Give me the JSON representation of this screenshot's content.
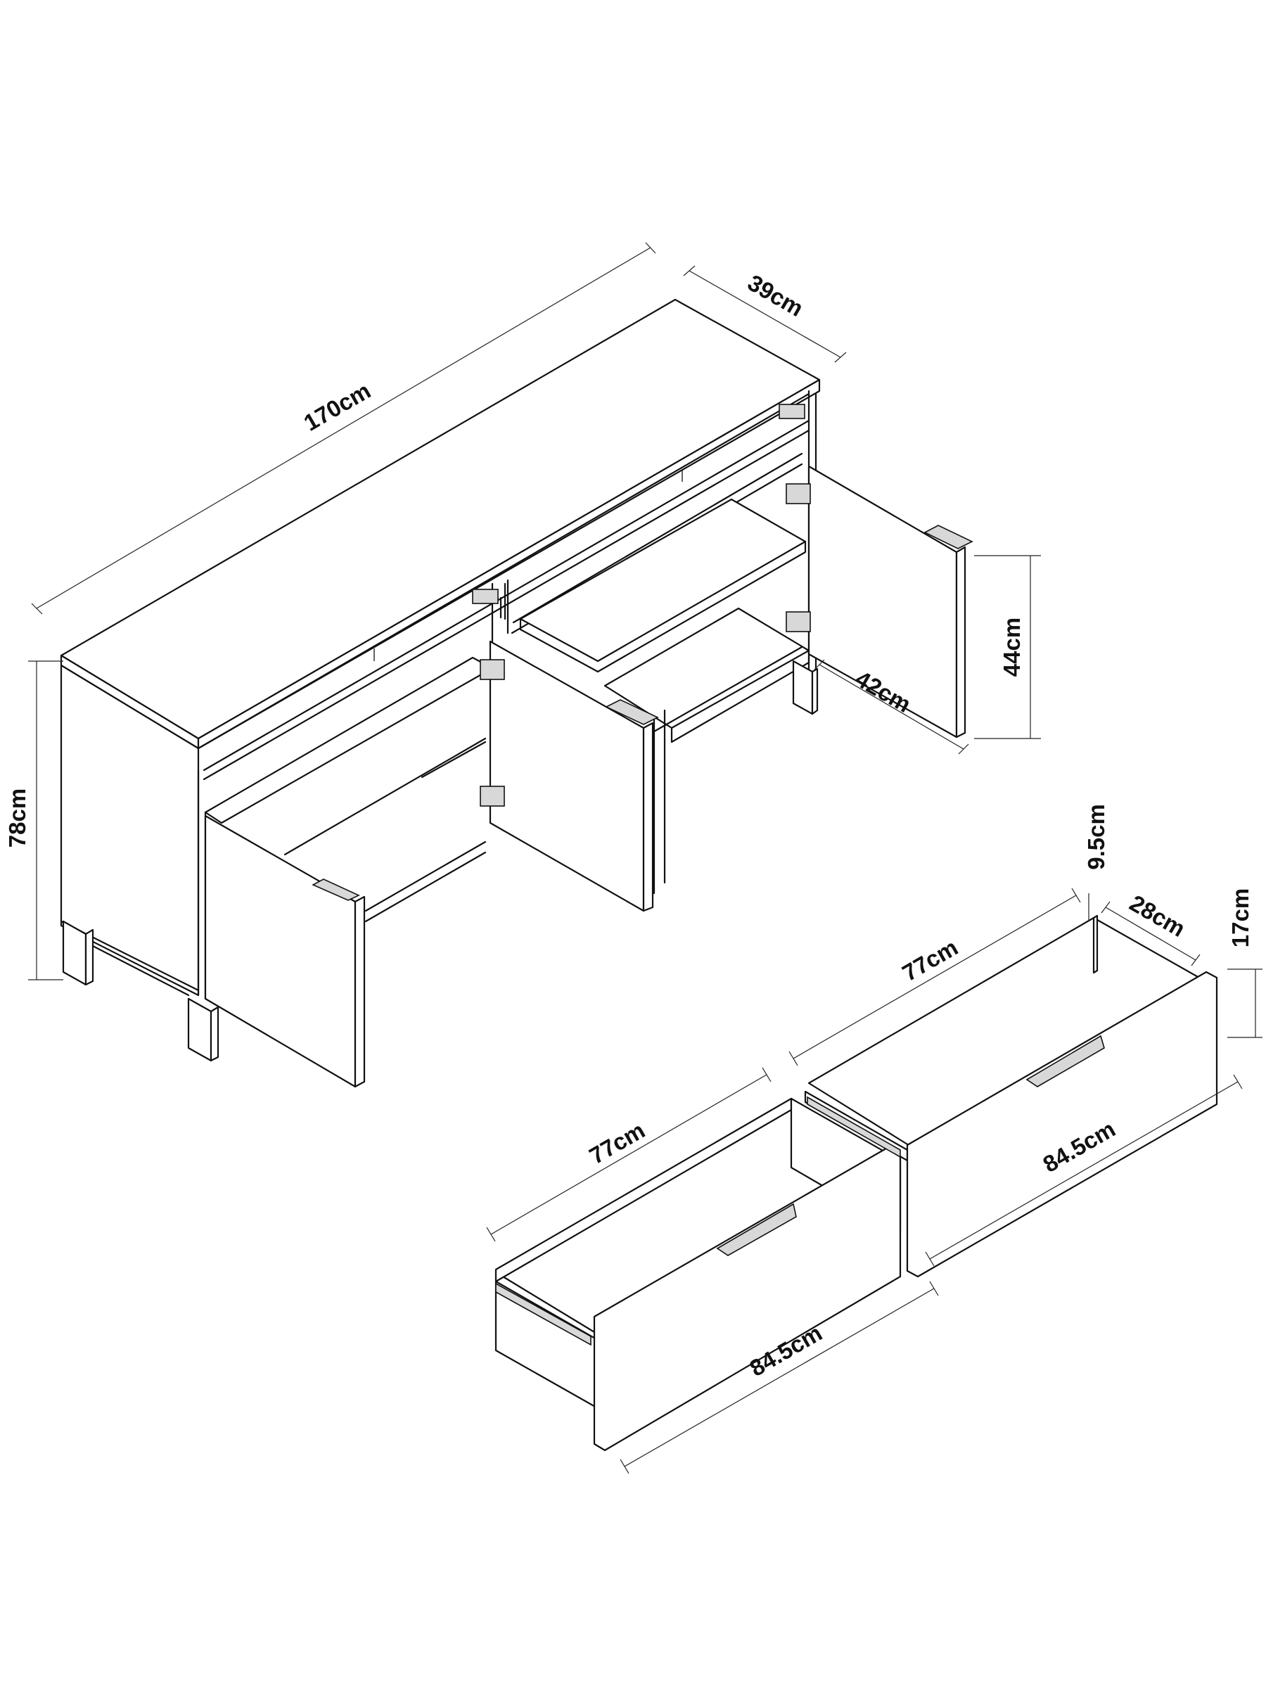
{
  "dimensions": {
    "cabinet_width": "170cm",
    "cabinet_depth": "39cm",
    "cabinet_height": "78cm",
    "inner_height": "44cm",
    "shelf_depth": "42cm",
    "drawer1_width": "77cm",
    "drawer1_length": "84.5cm",
    "drawer2_width": "77cm",
    "drawer2_length": "84.5cm",
    "drawer_inner_height": "9.5cm",
    "drawer_depth": "28cm",
    "drawer_height": "17cm"
  },
  "colors": {
    "line": "#111111",
    "background": "#ffffff"
  }
}
